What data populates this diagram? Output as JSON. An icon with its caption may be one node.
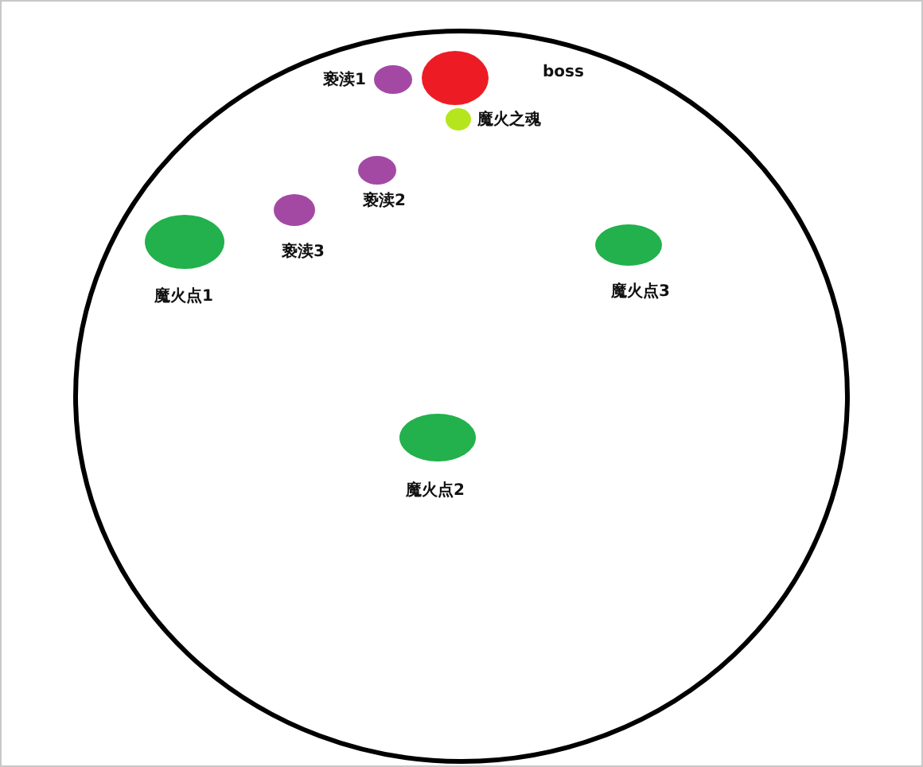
{
  "diagram": {
    "nodes": [
      {
        "text": [],
        "shape": "circle"
      },
      {
        "text": [
          "亵渎1"
        ],
        "in": 0
      },
      {
        "text": [
          "boss"
        ],
        "in": 0
      },
      {
        "text": [
          "魔火之魂"
        ],
        "in": 0
      },
      {
        "text": [
          "亵渎2"
        ],
        "in": 0
      },
      {
        "text": [
          "亵渎3"
        ],
        "in": 0
      },
      {
        "text": [
          "魔火点1"
        ],
        "in": 0
      },
      {
        "text": [
          "魔火点3"
        ],
        "in": 0
      },
      {
        "text": [
          "魔火点2"
        ],
        "in": 0
      }
    ]
  }
}
